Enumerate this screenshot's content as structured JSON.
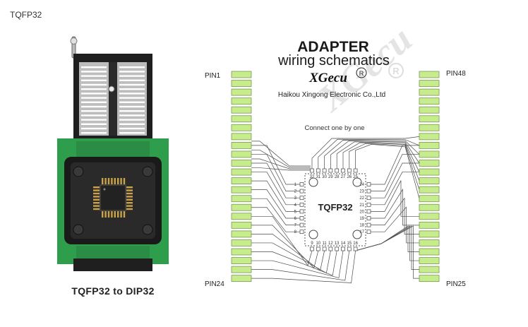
{
  "page_label": "TQFP32",
  "photo_caption": "TQFP32 to DIP32",
  "schematic": {
    "title": "ADAPTER",
    "subtitle": "wiring schematics",
    "brand": "XGecu",
    "registered_mark": "R",
    "company": "Haikou Xingong Electronic Co.,Ltd",
    "note": "Connect one by one",
    "chip_label": "TQFP32",
    "pin1_label": "PIN1",
    "pin24_label": "PIN24",
    "pin48_label": "PIN48",
    "pin25_label": "PIN25",
    "watermark": "XGecu",
    "pins_left": [
      "1",
      "2",
      "3",
      "4",
      "5",
      "6",
      "7",
      "8"
    ],
    "pins_bottom": [
      "9",
      "10",
      "11",
      "12",
      "13",
      "14",
      "15",
      "16"
    ],
    "pins_right": [
      "24",
      "23",
      "22",
      "21",
      "20",
      "19",
      "18",
      "17"
    ],
    "pins_top": [
      "32",
      "31",
      "30",
      "29",
      "28",
      "27",
      "26",
      "25"
    ]
  },
  "colors": {
    "pad_fill": "#c6ec8c",
    "pad_stroke": "#7a9a58",
    "pcb_green": "#2e9e4c",
    "socket_black": "#1b1b1b",
    "wire": "#4a4a4a"
  }
}
